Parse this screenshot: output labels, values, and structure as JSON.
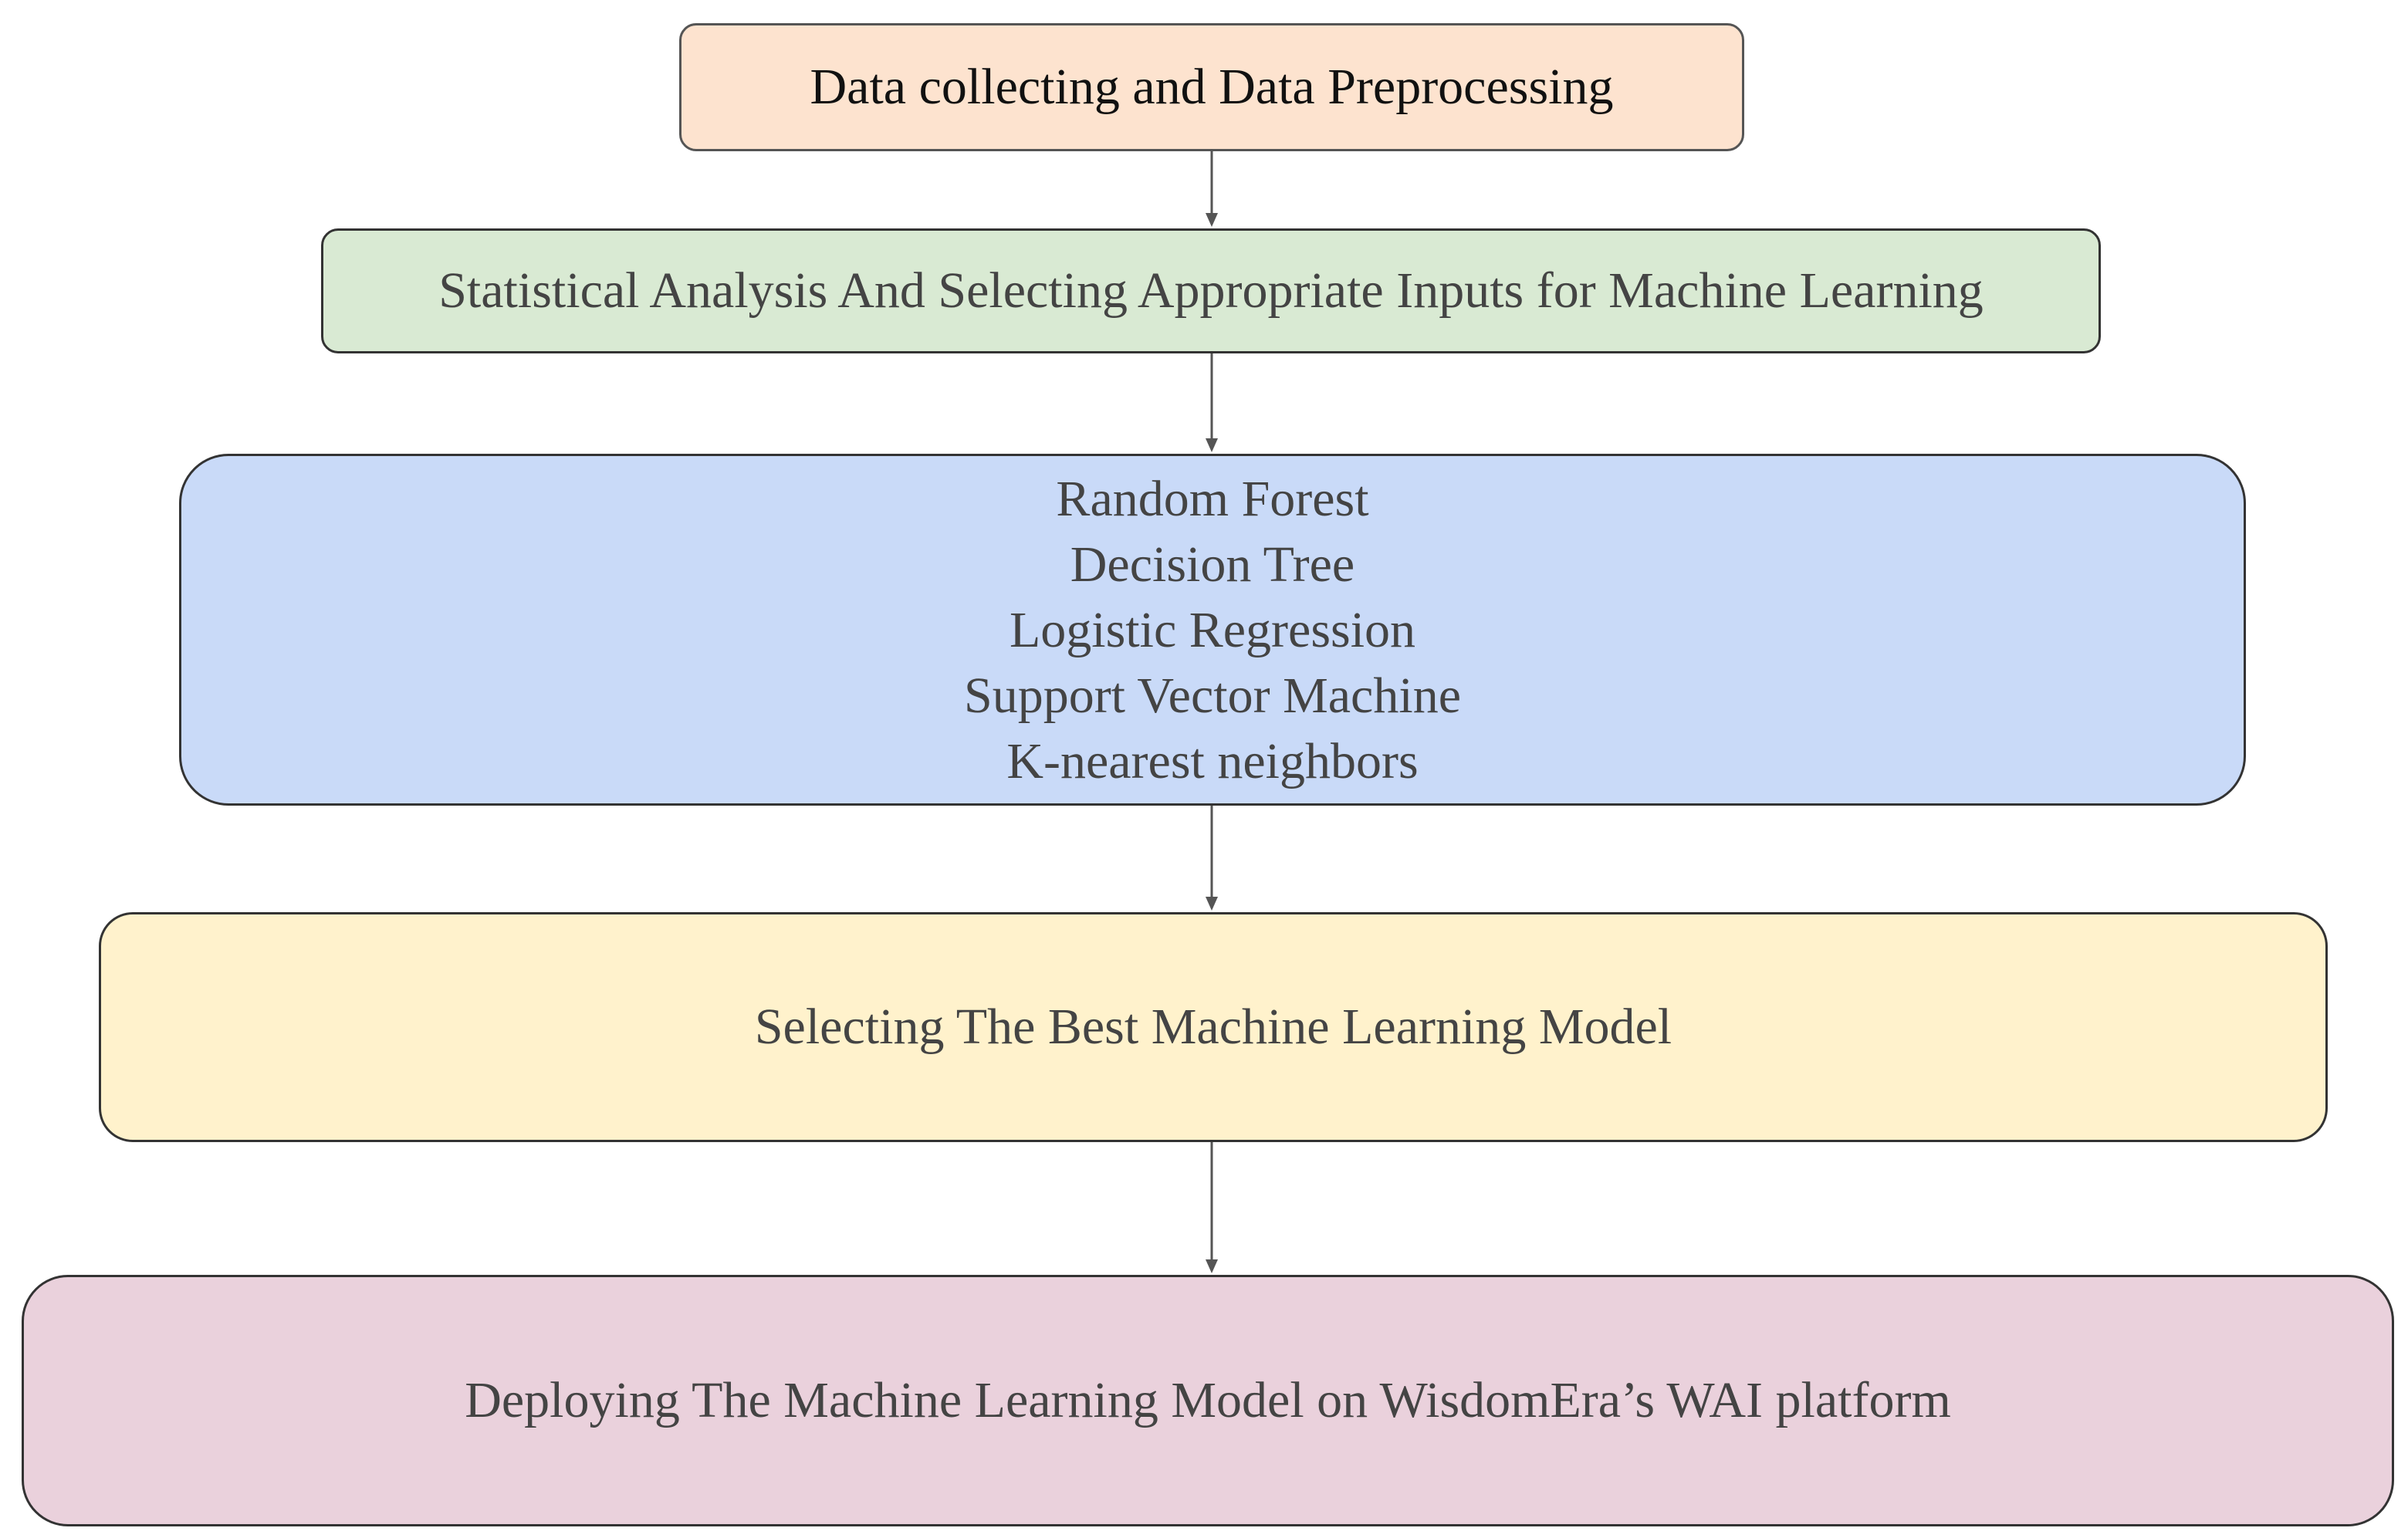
{
  "flow": {
    "step1": "Data collecting and Data Preprocessing",
    "step2": "Statistical Analysis And Selecting Appropriate Inputs for Machine Learning",
    "step3": {
      "algorithms": [
        "Random Forest",
        "Decision Tree",
        "Logistic Regression",
        "Support Vector Machine",
        "K-nearest neighbors"
      ]
    },
    "step4": "Selecting The Best Machine Learning Model",
    "step5": "Deploying The Machine Learning Model on WisdomEra’s WAI platform"
  },
  "colors": {
    "step1_fill": "#fde3cf",
    "step2_fill": "#d9ead3",
    "step3_fill": "#c9daf8",
    "step4_fill": "#fff2cc",
    "step5_fill": "#ead1dc",
    "connector": "#555555"
  }
}
